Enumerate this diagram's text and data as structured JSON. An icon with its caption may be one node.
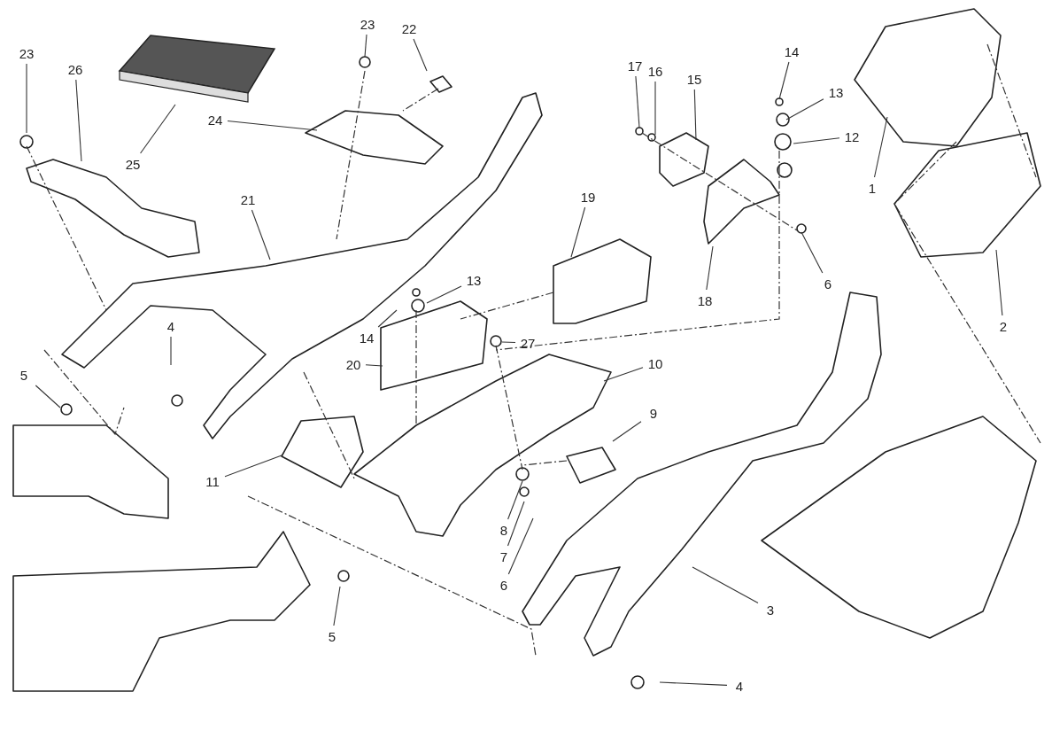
{
  "diagram": {
    "nodes": [
      {
        "text": [
          "23"
        ]
      },
      {
        "text": [
          "26"
        ]
      },
      {
        "text": [
          "25"
        ]
      },
      {
        "text": [
          "23"
        ]
      },
      {
        "text": [
          "22"
        ]
      },
      {
        "text": [
          "24"
        ]
      },
      {
        "text": [
          "21"
        ]
      },
      {
        "text": [
          "4"
        ]
      },
      {
        "text": [
          "5"
        ]
      },
      {
        "text": [
          "11"
        ]
      },
      {
        "text": [
          "20"
        ]
      },
      {
        "text": [
          "14"
        ]
      },
      {
        "text": [
          "13"
        ]
      },
      {
        "text": [
          "27"
        ]
      },
      {
        "text": [
          "19"
        ]
      },
      {
        "text": [
          "10"
        ]
      },
      {
        "text": [
          "9"
        ]
      },
      {
        "text": [
          "8"
        ]
      },
      {
        "text": [
          "7"
        ]
      },
      {
        "text": [
          "6"
        ]
      },
      {
        "text": [
          "17"
        ]
      },
      {
        "text": [
          "16"
        ]
      },
      {
        "text": [
          "15"
        ]
      },
      {
        "text": [
          "18"
        ]
      },
      {
        "text": [
          "14"
        ]
      },
      {
        "text": [
          "13"
        ]
      },
      {
        "text": [
          "12"
        ]
      },
      {
        "text": [
          "6"
        ]
      },
      {
        "text": [
          "1"
        ]
      },
      {
        "text": [
          "2"
        ]
      },
      {
        "text": [
          "3"
        ]
      },
      {
        "text": [
          "4"
        ]
      },
      {
        "text": [
          "5"
        ]
      }
    ],
    "edges": [
      {
        "from": 0,
        "to": null,
        "arrow": "none"
      },
      {
        "from": 1,
        "to": null,
        "arrow": "none"
      },
      {
        "from": 2,
        "to": null,
        "arrow": "none"
      },
      {
        "from": 3,
        "to": null,
        "arrow": "none"
      },
      {
        "from": 4,
        "to": null,
        "arrow": "none"
      },
      {
        "from": 5,
        "to": null,
        "arrow": "none"
      },
      {
        "from": 6,
        "to": null,
        "arrow": "none"
      },
      {
        "from": 7,
        "to": null,
        "arrow": "none"
      },
      {
        "from": 8,
        "to": null,
        "arrow": "none"
      },
      {
        "from": 9,
        "to": null,
        "arrow": "none"
      },
      {
        "from": 10,
        "to": null,
        "arrow": "none"
      },
      {
        "from": 11,
        "to": null,
        "arrow": "none"
      },
      {
        "from": 12,
        "to": null,
        "arrow": "none"
      },
      {
        "from": 13,
        "to": null,
        "arrow": "none"
      },
      {
        "from": 14,
        "to": null,
        "arrow": "none"
      },
      {
        "from": 15,
        "to": null,
        "arrow": "none"
      },
      {
        "from": 16,
        "to": null,
        "arrow": "none"
      },
      {
        "from": 17,
        "to": null,
        "arrow": "none"
      },
      {
        "from": 18,
        "to": null,
        "arrow": "none"
      },
      {
        "from": 19,
        "to": null,
        "arrow": "none"
      },
      {
        "from": 20,
        "to": null,
        "arrow": "none"
      },
      {
        "from": 21,
        "to": null,
        "arrow": "none"
      },
      {
        "from": 22,
        "to": null,
        "arrow": "none"
      },
      {
        "from": 23,
        "to": null,
        "arrow": "none"
      },
      {
        "from": 24,
        "to": null,
        "arrow": "none"
      },
      {
        "from": 25,
        "to": null,
        "arrow": "none"
      },
      {
        "from": 26,
        "to": null,
        "arrow": "none"
      },
      {
        "from": 27,
        "to": null,
        "arrow": "none"
      },
      {
        "from": 28,
        "to": null,
        "arrow": "none"
      },
      {
        "from": 29,
        "to": null,
        "arrow": "none"
      },
      {
        "from": 30,
        "to": null,
        "arrow": "none"
      },
      {
        "from": 31,
        "to": null,
        "arrow": "none"
      },
      {
        "from": 32,
        "to": null,
        "arrow": "none"
      }
    ]
  }
}
